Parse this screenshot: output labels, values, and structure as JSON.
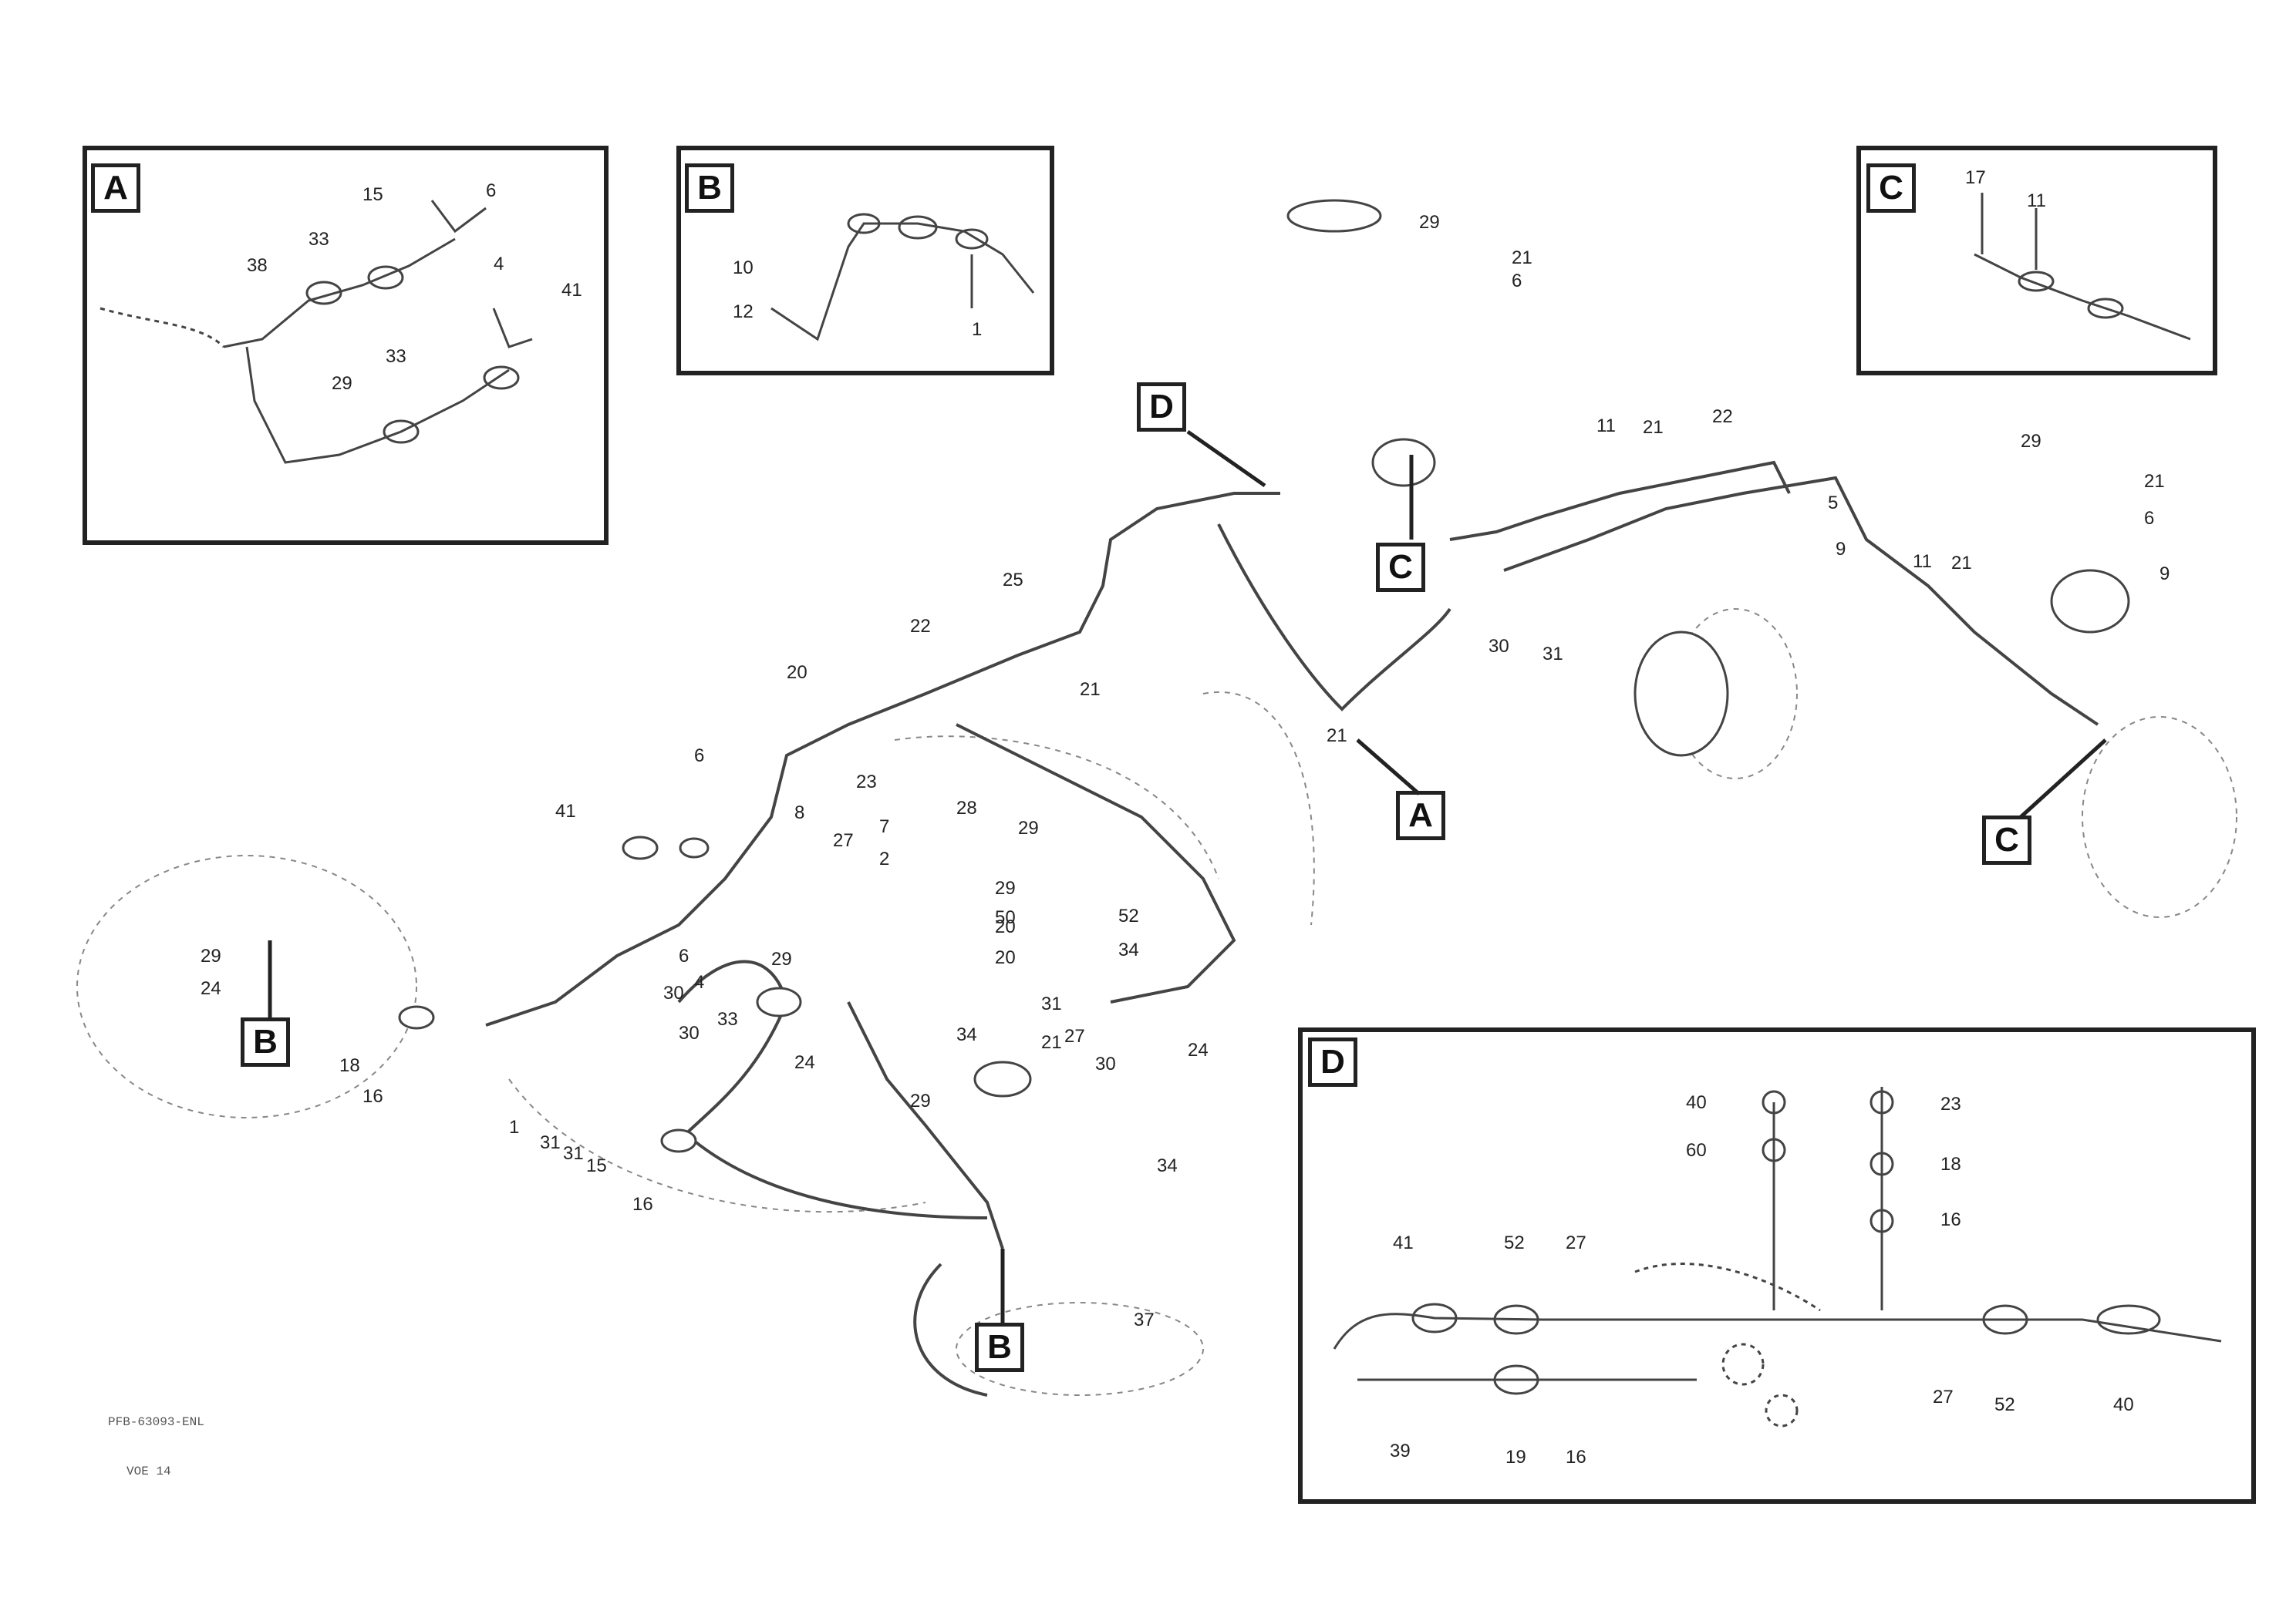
{
  "diagram": {
    "detail_views": [
      {
        "id": "A",
        "letter": "A"
      },
      {
        "id": "B",
        "letter": "B"
      },
      {
        "id": "C",
        "letter": "C"
      },
      {
        "id": "D",
        "letter": "D"
      }
    ],
    "main_view_refs": [
      "D",
      "C",
      "A",
      "C",
      "B",
      "B"
    ],
    "callouts": {
      "inset_a": [
        "15",
        "6",
        "33",
        "38",
        "4",
        "41",
        "29",
        "33"
      ],
      "inset_b": [
        "10",
        "12",
        "1"
      ],
      "inset_c": [
        "17",
        "11"
      ],
      "inset_d": [
        "40",
        "60",
        "23",
        "18",
        "16",
        "41",
        "52",
        "27",
        "39",
        "19",
        "16",
        "27",
        "52",
        "40"
      ],
      "main": [
        "29",
        "21",
        "6",
        "11",
        "21",
        "22",
        "5",
        "9",
        "29",
        "21",
        "6",
        "11",
        "21",
        "9",
        "30",
        "31",
        "21",
        "25",
        "22",
        "20",
        "21",
        "23",
        "6",
        "41",
        "8",
        "27",
        "7",
        "2",
        "28",
        "29",
        "6",
        "30",
        "4",
        "20",
        "20",
        "31",
        "52",
        "34",
        "30",
        "34",
        "24",
        "29",
        "27",
        "34",
        "15",
        "16",
        "31",
        "24",
        "29",
        "50",
        "21",
        "29",
        "30",
        "33",
        "29",
        "24",
        "18",
        "16",
        "31",
        "1",
        "37"
      ]
    },
    "footer": {
      "code_line1": "PFB-63093-ENL",
      "code_line2": "VOE 14"
    }
  }
}
